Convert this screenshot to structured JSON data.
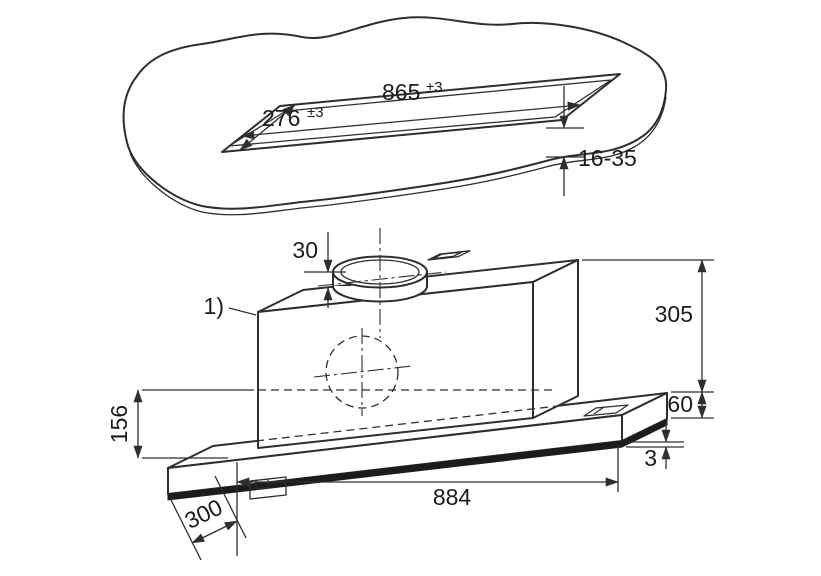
{
  "page": {
    "background": "#ffffff",
    "line_color": "#2e2e2e"
  },
  "cutout_view": {
    "description": "worktop-cutout-template",
    "width": {
      "value": "865",
      "tolerance": "±3"
    },
    "depth": {
      "value": "276",
      "tolerance": "±3"
    },
    "panel_thickness": {
      "value": "16-35"
    }
  },
  "hood_view": {
    "callout": "1)",
    "duct_collar_height": "30",
    "body_height": "305",
    "frame_height": "60",
    "bottom_panel_thickness": "3",
    "left_height": "156",
    "body_width": "884",
    "body_depth": "300"
  }
}
